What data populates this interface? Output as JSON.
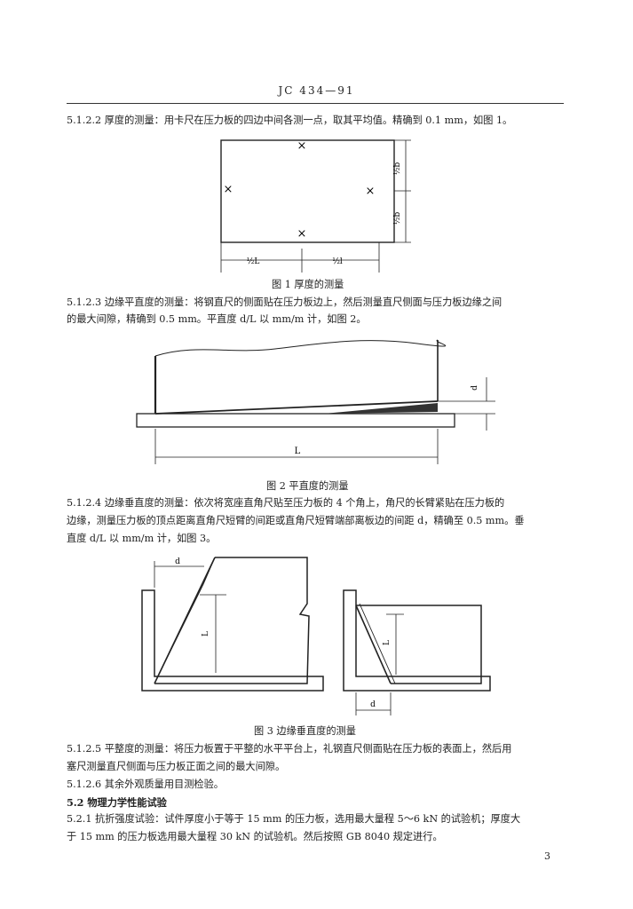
{
  "header": {
    "code": "JC 434—91"
  },
  "sections": {
    "s5122": "5.1.2.2   厚度的测量：用卡尺在压力板的四边中间各测一点，取其平均值。精确到 0.1 mm，如图 1。",
    "s5123_l1": "5.1.2.3   边缘平直度的测量：将钢直尺的侧面贴在压力板边上，然后测量直尺侧面与压力板边缘之间",
    "s5123_l2": "的最大间隙，精确到 0.5 mm。平直度 d/L 以 mm/m 计，如图 2。",
    "s5124_l1": "5.1.2.4   边缘垂直度的测量：依次将宽座直角尺贴至压力板的 4 个角上，角尺的长臂紧贴在压力板的",
    "s5124_l2": "边缘，测量压力板的顶点距离直角尺短臂的间距或直角尺短臂端部离板边的间距 d，精确至 0.5 mm。垂",
    "s5124_l3": "直度 d/L 以 mm/m 计，如图 3。",
    "s5125_l1": "5.1.2.5   平整度的测量：将压力板置于平整的水平平台上，礼钢直尺侧面贴在压力板的表面上，然后用",
    "s5125_l2": "塞尺测量直尺侧面与压力板正面之间的最大间隙。",
    "s5126": "5.1.2.6   其余外观质量用目测检验。",
    "s52": "5.2   物理力学性能试验",
    "s521_l1": "5.2.1   抗折强度试验：试件厚度小于等于 15 mm 的压力板，选用最大量程 5～6 kN 的试验机；厚度大",
    "s521_l2": "于 15 mm 的压力板选用最大量程 30 kN 的试验机。然后按照 GB 8040 规定进行。"
  },
  "figures": {
    "fig1": {
      "caption": "图 1   厚度的测量",
      "mark": "×",
      "dim_b": "½b",
      "dim_l": "½L",
      "dim_l2": "½l"
    },
    "fig2": {
      "caption": "图 2   平直度的测量",
      "dim_L": "L",
      "dim_d": "d"
    },
    "fig3": {
      "caption": "图 3   边缘垂直度的测量",
      "dim_d": "d",
      "dim_L": "L"
    }
  },
  "page_number": "3"
}
